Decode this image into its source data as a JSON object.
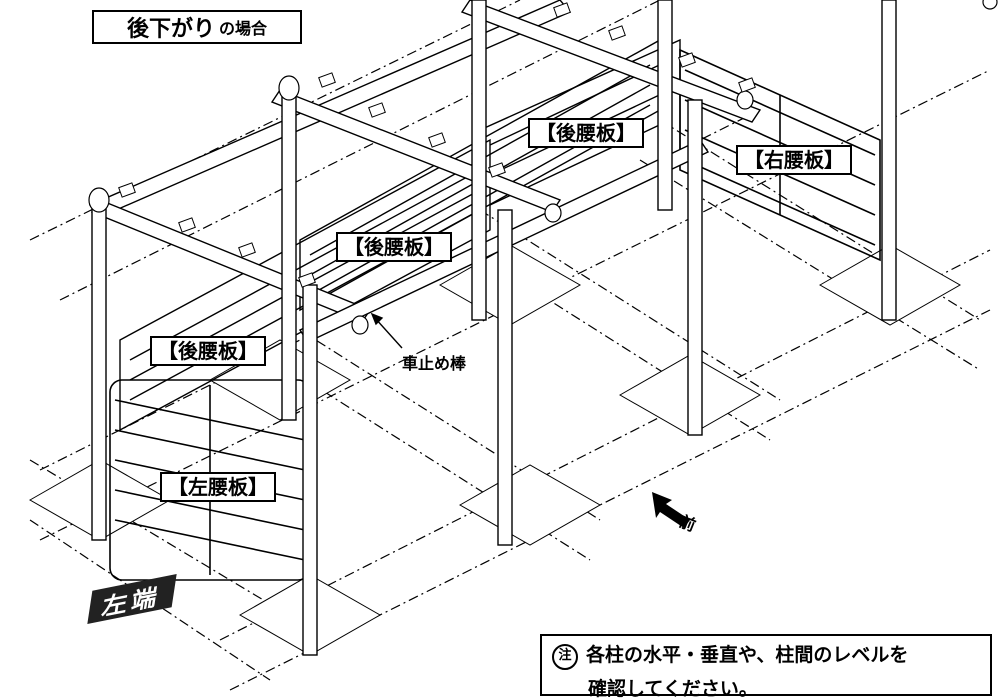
{
  "title": {
    "main": "後下がり",
    "sub": "の場合"
  },
  "panels": {
    "back_top": "【後腰板】",
    "right": "【右腰板】",
    "back_middle": "【後腰板】",
    "back_left": "【後腰板】",
    "left": "【左腰板】"
  },
  "stopper_label": "車止め棒",
  "front_label": "前",
  "left_end_label": "左端",
  "note": {
    "mark": "注",
    "line1": "各柱の水平・垂直や、柱間のレベルを",
    "line2": "確認してください。"
  }
}
